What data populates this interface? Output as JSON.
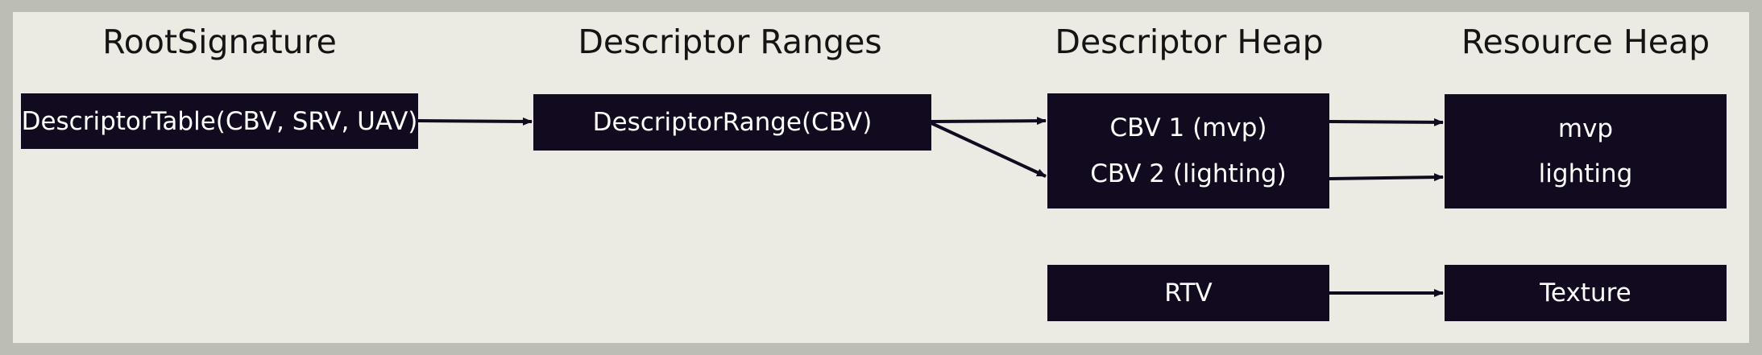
{
  "headings": {
    "root_signature": "RootSignature",
    "descriptor_ranges": "Descriptor Ranges",
    "descriptor_heap": "Descriptor Heap",
    "resource_heap": "Resource Heap"
  },
  "root_signature": {
    "table": "DescriptorTable(CBV, SRV, UAV)"
  },
  "descriptor_ranges": {
    "range": "DescriptorRange(CBV)"
  },
  "descriptor_heap": {
    "cbv1": "CBV 1 (mvp)",
    "cbv2": "CBV 2 (lighting)",
    "rtv": "RTV"
  },
  "resource_heap": {
    "mvp": "mvp",
    "lighting": "lighting",
    "texture": "Texture"
  },
  "colors": {
    "box_fill": "#120a1e",
    "box_text": "#ffffff",
    "canvas": "#ebeae3",
    "frame": "#bcbdb3",
    "arrow": "#120a1e"
  }
}
